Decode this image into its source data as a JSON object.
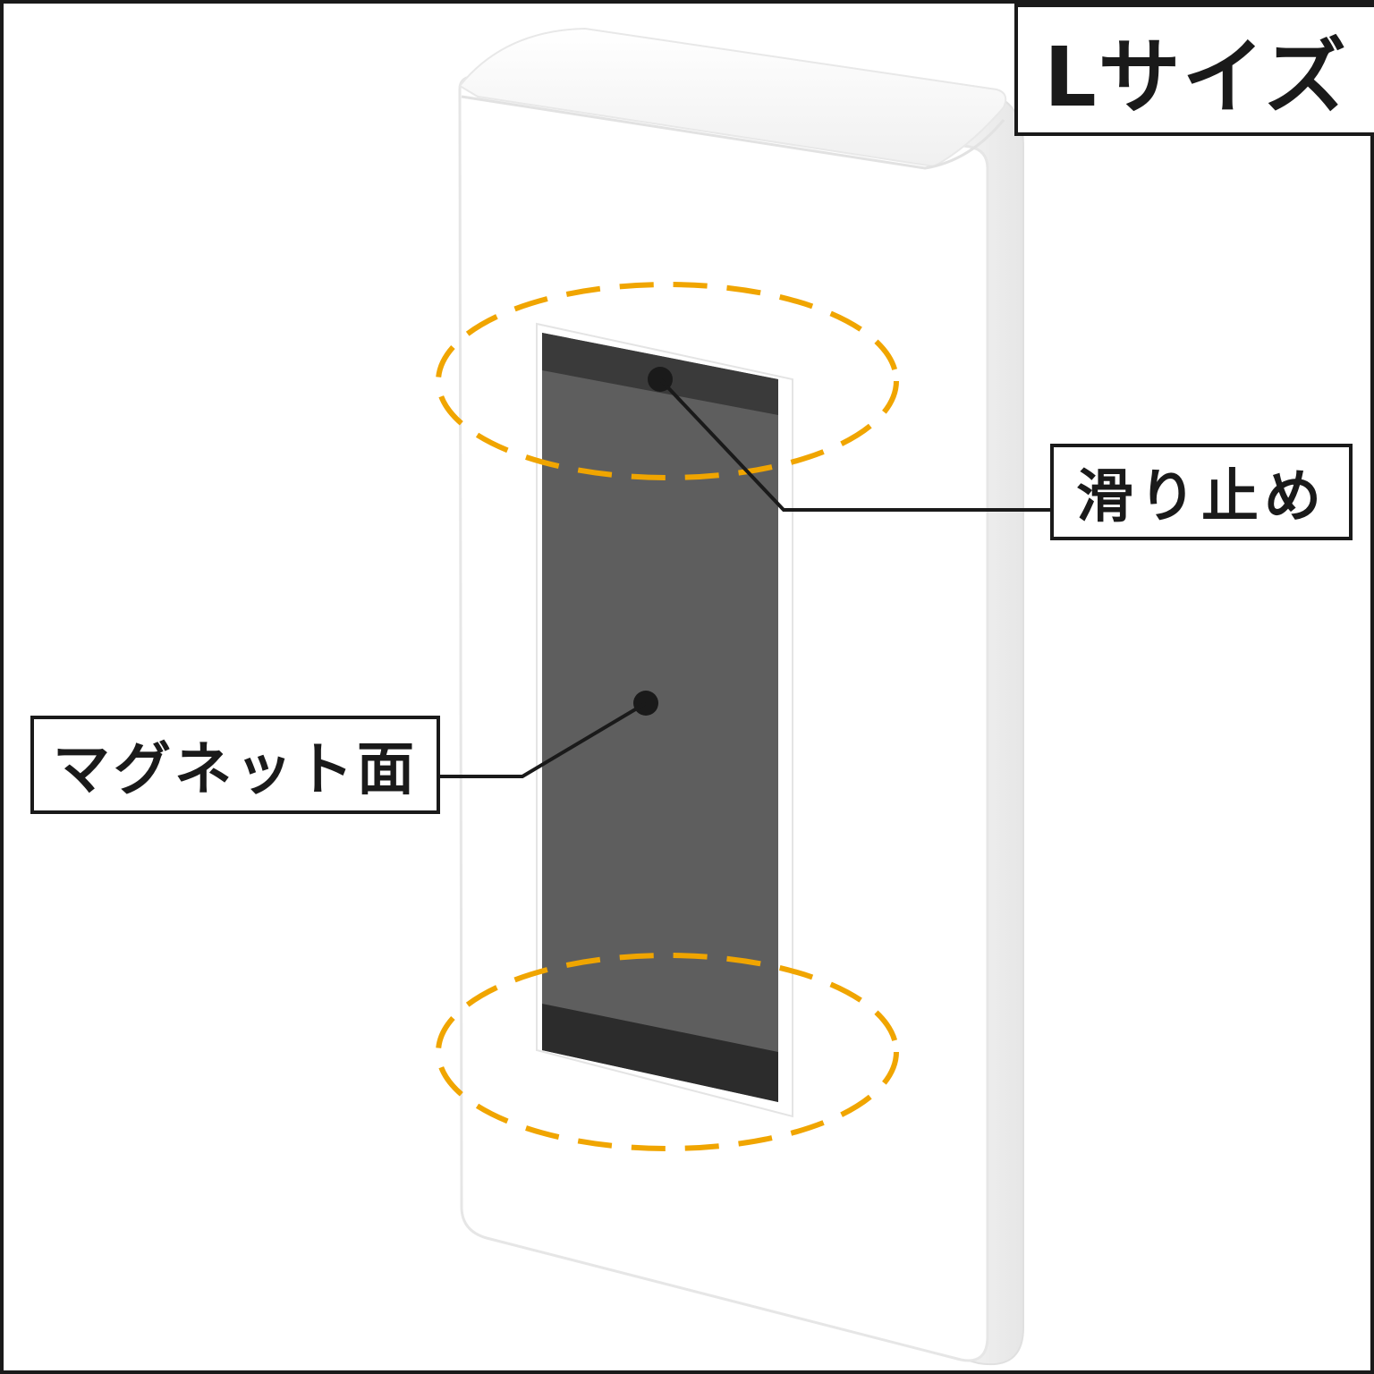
{
  "size_label": "Lサイズ",
  "callouts": {
    "nonslip": "滑り止め",
    "magnet_surface": "マグネット面"
  },
  "colors": {
    "highlight_dash": "#f0a500",
    "magnet_panel": "#5e5e5e",
    "nonslip_strip": "#3a3a3a",
    "outline": "#1a1a1a",
    "product_body": "#ffffff"
  }
}
